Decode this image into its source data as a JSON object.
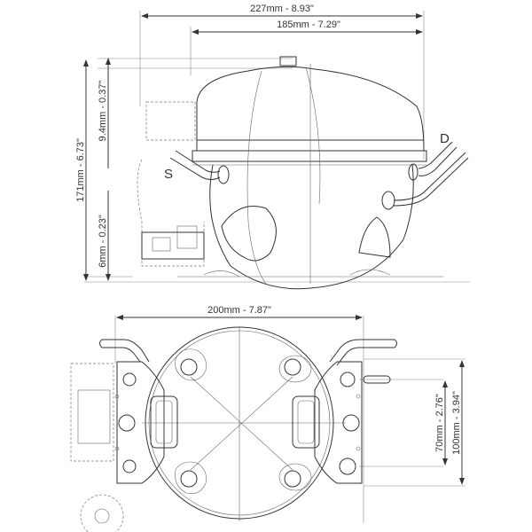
{
  "drawing": {
    "subject": "Hermetic refrigeration compressor dimensional drawing",
    "side_view": {
      "labels": {
        "suction": "S",
        "discharge": "D"
      },
      "dimensions": {
        "overall_length": "227mm - 8.93\"",
        "shell_length": "185mm - 7.29\"",
        "overall_height": "171mm - 6.73\"",
        "top_offset": "9.4mm - 0.37\"",
        "base_offset": "6mm - 0.23\""
      }
    },
    "top_view": {
      "dimensions": {
        "shell_width": "200mm - 7.87\"",
        "mount_hole_spacing": "70mm - 2.76\"",
        "base_plate_width": "100mm - 3.94\""
      }
    }
  },
  "colors": {
    "line": "#333333",
    "background": "#ffffff"
  }
}
